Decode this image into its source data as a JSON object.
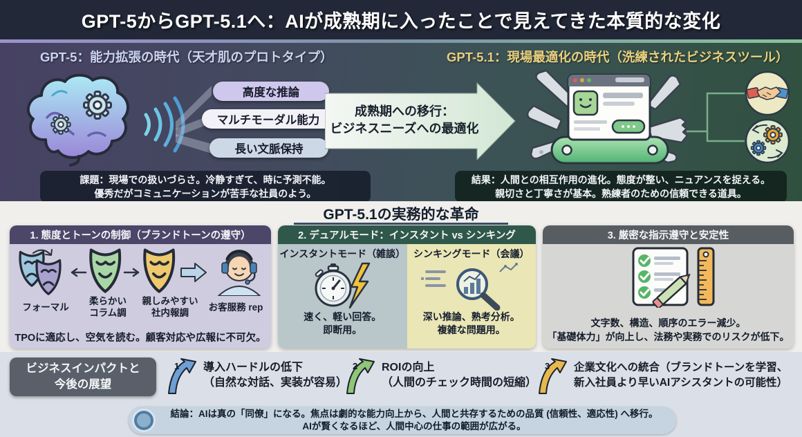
{
  "title": "GPT-5からGPT-5.1へ：AIが成熟期に入ったことで見えてきた本質的な変化",
  "hero": {
    "left_heading": "GPT-5：能力拡張の時代（天才肌のプロトタイプ）",
    "right_heading": "GPT-5.1：現場最適化の時代（洗練されたビジネスツール）",
    "capabilities": [
      "高度な推論",
      "マルチモーダル能力",
      "長い文脈保持"
    ],
    "transition": {
      "line1": "成熟期への移行：",
      "line2": "ビジネスニーズへの最適化"
    },
    "gpt5_note": {
      "line1": "課題：現場での扱いづらさ。冷静すぎて、時に予測不能。",
      "line2": "優秀だがコミュニケーションが苦手な社員のよう。"
    },
    "gpt51_note": {
      "line1": "結果：人間との相互作用の進化。態度が整い、ニュアンスを捉える。",
      "line2": "親切さと丁寧さが基本。熟練者のための信頼できる道具。"
    }
  },
  "revolution": {
    "heading": "GPT-5.1の実務的な革命",
    "tone_card": {
      "title": "1. 態度とトーンの制御（ブランドトーンの遵守）",
      "mask_labels": [
        {
          "line1": "フォーマル",
          "line2": ""
        },
        {
          "line1": "柔らかい",
          "line2": "コラム調"
        },
        {
          "line1": "親しみやすい",
          "line2": "社内報調"
        },
        {
          "line1": "お客服務 rep",
          "line2": ""
        }
      ],
      "caption": "TPOに適応し、空気を読む。顧客対応や広報に不可欠。"
    },
    "dual_mode_card": {
      "title": "2. デュアルモード：インスタント vs シンキング",
      "instant": {
        "title": "インスタントモード（雑談）",
        "line1": "速く、軽い回答。",
        "line2": "即断用。"
      },
      "thinking": {
        "title": "シンキングモード（会議）",
        "line1": "深い推論、熟考分析。",
        "line2": "複雑な問題用。"
      }
    },
    "compliance_card": {
      "title": "3. 厳密な指示遵守と安定性",
      "caption_line1": "文字数、構造、順序のエラー減少。",
      "caption_line2": "「基礎体力」が向上し、法務や実務でのリスクが低下。"
    }
  },
  "impact": {
    "label_line1": "ビジネスインパクトと",
    "label_line2": "今後の展望",
    "items": [
      {
        "num": "1",
        "line1": "導入ハードルの低下",
        "line2": "（自然な対話、実装が容易）",
        "color": "#6e9fd6"
      },
      {
        "num": "2",
        "line1": "ROIの向上",
        "line2": "（人間のチェック時間の短縮）",
        "color": "#8fc677"
      },
      {
        "num": "3",
        "line1": "企業文化への統合（ブランドトーンを学習、",
        "line2": "新入社員より早いAIアシスタントの可能性）",
        "color": "#e7b84e"
      }
    ]
  },
  "conclusion": {
    "line1": "結論：AIは真の「同僚」になる。焦点は劇的な能力向上から、人間と共存するための品質 (信頼性、適応性) へ移行。",
    "line2": "AIが賢くなるほど、人間中心の仕事の範囲が広がる。"
  },
  "colors": {
    "title_bar_bg": "#222837",
    "accent_purple": "#9a92cc",
    "accent_green": "#86c49a",
    "gpt5_heading_text": "#ccd4f2",
    "gpt51_heading_text": "#e9d07e",
    "tone_header_bg": "#4c4669",
    "dual_header_bg": "#2f584a",
    "compliance_header_bg": "#585d62",
    "instant_bg": "#b9c6ca",
    "thinking_bg": "#eae6b6"
  },
  "icons": {
    "brain-gears-icon": "brain with gears",
    "sound-waves-icon": "sound waves",
    "swiss-army-knife-icon": "swiss army knife with browser window",
    "handshake-icon": "handshake",
    "gears-sync-icon": "rotating gears",
    "theater-masks-icon": "theater masks",
    "support-agent-icon": "customer support agent",
    "stopwatch-icon": "stopwatch",
    "lightning-icon": "lightning bolt",
    "analysis-magnifier-icon": "magnifier over charts",
    "checklist-ruler-icon": "checklist with pencil and ruler",
    "growth-arrow-icon": "curved growth arrow",
    "conclusion-ring-icon": "blue ring"
  }
}
